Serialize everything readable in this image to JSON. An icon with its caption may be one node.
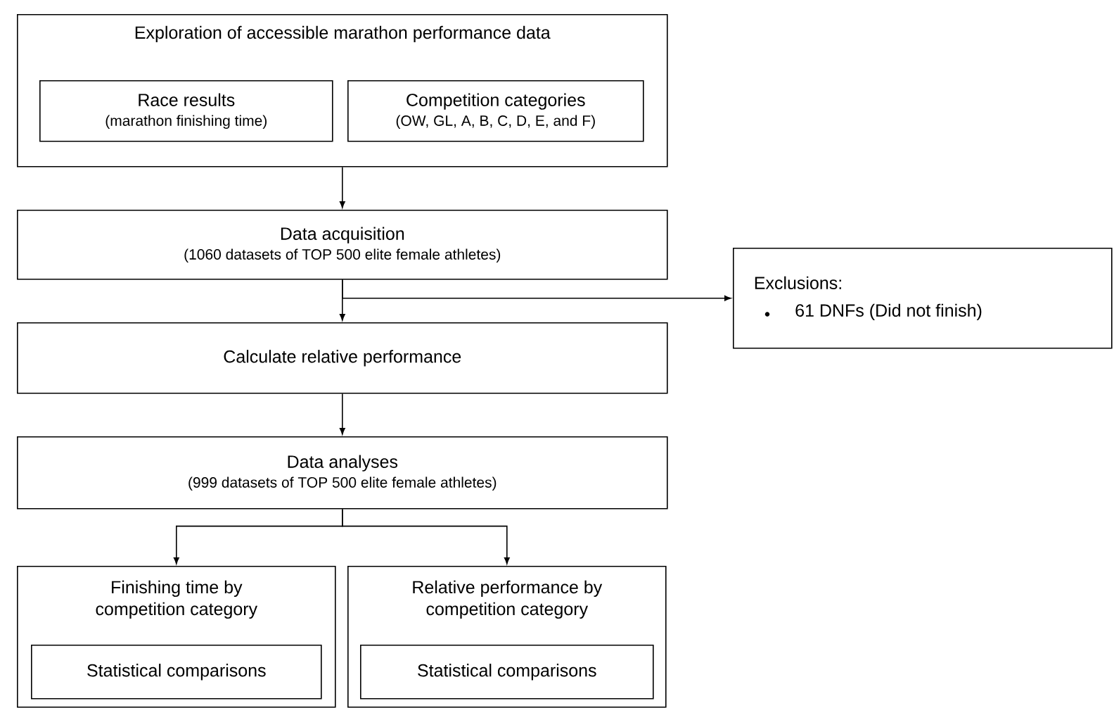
{
  "diagram": {
    "nodes": [
      {
        "text": [
          "Exploration of accessible marathon performance data"
        ]
      },
      {
        "text": [
          "Race results",
          "(marathon finishing time)"
        ],
        "in": 0
      },
      {
        "text": [
          "Competition categories",
          "(OW, GL, A, B, C, D, E, and F)"
        ],
        "in": 0
      },
      {
        "text": [
          "Data acquisition",
          "(1060 datasets of TOP 500 elite female athletes)"
        ]
      },
      {
        "text": [
          "Calculate relative performance"
        ]
      },
      {
        "text": [
          "Exclusions:",
          "61 DNFs (Did not finish)"
        ]
      },
      {
        "text": [
          "Data analyses",
          "(999 datasets of TOP 500 elite female athletes)"
        ]
      },
      {
        "text": [
          "Finishing time by competition category"
        ]
      },
      {
        "text": [
          "Statistical comparisons"
        ],
        "in": 7
      },
      {
        "text": [
          "Relative performance by competition category"
        ]
      },
      {
        "text": [
          "Statistical comparisons"
        ],
        "in": 9
      }
    ],
    "edges": [
      {
        "from": 0,
        "to": 3,
        "arrow": "to"
      },
      {
        "from": 3,
        "to": 4,
        "arrow": "to"
      },
      {
        "from": 3,
        "to": 5,
        "arrow": "to"
      },
      {
        "from": 4,
        "to": 6,
        "arrow": "to"
      },
      {
        "from": 6,
        "to": 7,
        "arrow": "to"
      },
      {
        "from": 6,
        "to": 9,
        "arrow": "to"
      }
    ]
  }
}
